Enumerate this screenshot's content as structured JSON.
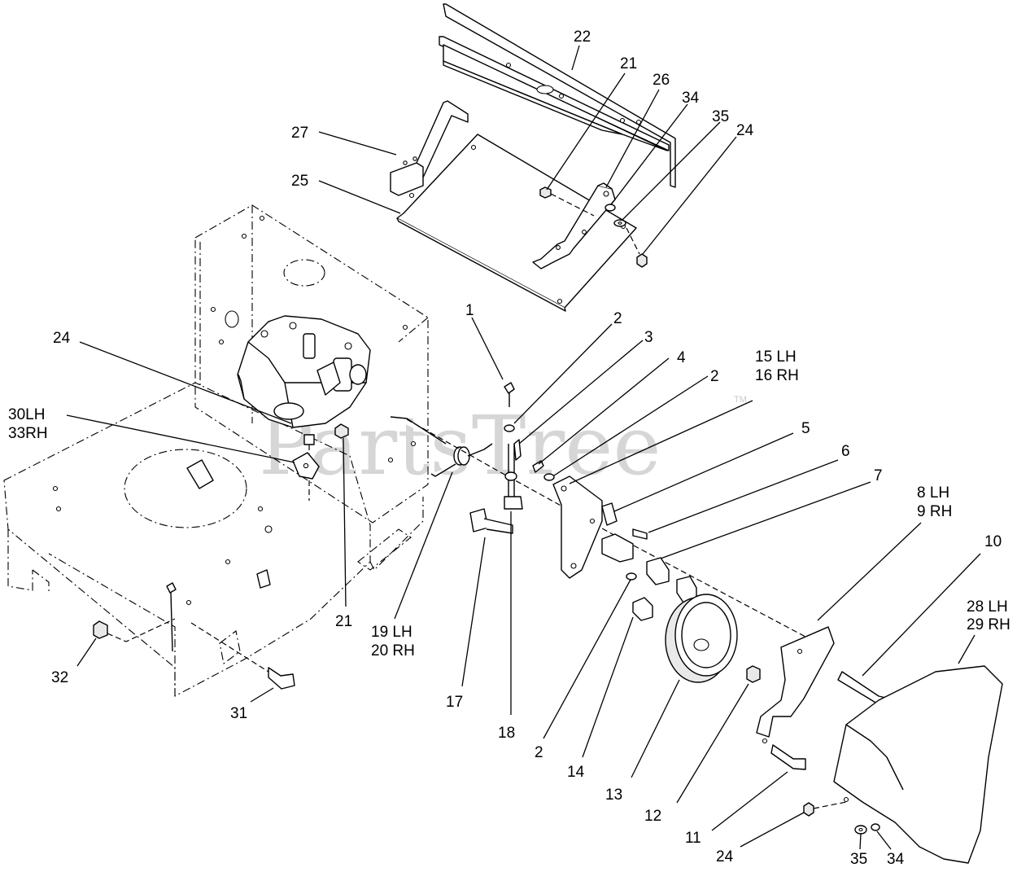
{
  "watermark": {
    "text": "PartsTree",
    "tm": "TM"
  },
  "callouts": [
    {
      "id": "1",
      "lines": [
        "1"
      ]
    },
    {
      "id": "2a",
      "lines": [
        "2"
      ]
    },
    {
      "id": "3",
      "lines": [
        "3"
      ]
    },
    {
      "id": "4",
      "lines": [
        "4"
      ]
    },
    {
      "id": "2b",
      "lines": [
        "2"
      ]
    },
    {
      "id": "15",
      "lines": [
        "15 LH",
        "16 RH"
      ]
    },
    {
      "id": "5",
      "lines": [
        "5"
      ]
    },
    {
      "id": "6",
      "lines": [
        "6"
      ]
    },
    {
      "id": "7",
      "lines": [
        "7"
      ]
    },
    {
      "id": "8",
      "lines": [
        "8 LH",
        "9 RH"
      ]
    },
    {
      "id": "10",
      "lines": [
        "10"
      ]
    },
    {
      "id": "28",
      "lines": [
        "28 LH",
        "29 RH"
      ]
    },
    {
      "id": "22",
      "lines": [
        "22"
      ]
    },
    {
      "id": "21a",
      "lines": [
        "21"
      ]
    },
    {
      "id": "26",
      "lines": [
        "26"
      ]
    },
    {
      "id": "34a",
      "lines": [
        "34"
      ]
    },
    {
      "id": "35a",
      "lines": [
        "35"
      ]
    },
    {
      "id": "24a",
      "lines": [
        "24"
      ]
    },
    {
      "id": "27",
      "lines": [
        "27"
      ]
    },
    {
      "id": "25",
      "lines": [
        "25"
      ]
    },
    {
      "id": "24b",
      "lines": [
        "24"
      ]
    },
    {
      "id": "30",
      "lines": [
        "30LH",
        "33RH"
      ]
    },
    {
      "id": "21b",
      "lines": [
        "21"
      ]
    },
    {
      "id": "19",
      "lines": [
        "19 LH",
        "20 RH"
      ]
    },
    {
      "id": "17",
      "lines": [
        "17"
      ]
    },
    {
      "id": "18",
      "lines": [
        "18"
      ]
    },
    {
      "id": "2c",
      "lines": [
        "2"
      ]
    },
    {
      "id": "14",
      "lines": [
        "14"
      ]
    },
    {
      "id": "13",
      "lines": [
        "13"
      ]
    },
    {
      "id": "12",
      "lines": [
        "12"
      ]
    },
    {
      "id": "11",
      "lines": [
        "11"
      ]
    },
    {
      "id": "24c",
      "lines": [
        "24"
      ]
    },
    {
      "id": "35b",
      "lines": [
        "35"
      ]
    },
    {
      "id": "34b",
      "lines": [
        "34"
      ]
    },
    {
      "id": "32",
      "lines": [
        "32"
      ]
    },
    {
      "id": "31",
      "lines": [
        "31"
      ]
    }
  ]
}
